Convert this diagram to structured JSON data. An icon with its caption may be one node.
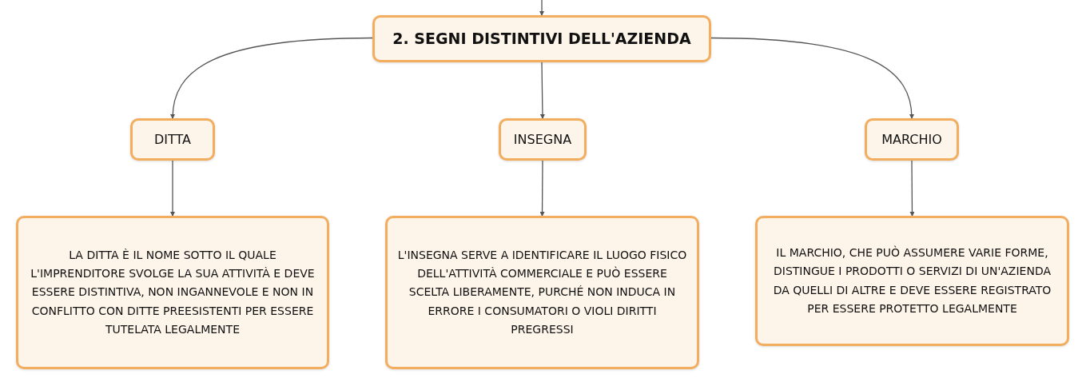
{
  "diagram": {
    "nodes": [
      {
        "text": [
          "2. SEGNI DISTINTIVI DELL'AZIENDA"
        ]
      },
      {
        "text": [
          "DITTA"
        ]
      },
      {
        "text": [
          "INSEGNA"
        ]
      },
      {
        "text": [
          "MARCHIO"
        ]
      },
      {
        "text": [
          "LA DITTA È IL NOME SOTTO IL QUALE L'IMPRENDITORE SVOLGE LA SUA ATTIVITÀ E DEVE ESSERE DISTINTIVA, NON INGANNEVOLE E NON IN CONFLITTO CON DITTE PREESISTENTI PER ESSERE TUTELATA LEGALMENTE"
        ]
      },
      {
        "text": [
          "L'INSEGNA SERVE A IDENTIFICARE IL LUOGO FISICO DELL'ATTIVITÀ COMMERCIALE E PUÒ ESSERE SCELTA LIBERAMENTE, PURCHÉ NON INDUCA IN ERRORE I CONSUMATORI O VIOLI DIRITTI PREGRESSI"
        ]
      },
      {
        "text": [
          "IL MARCHIO, CHE PUÒ ASSUMERE VARIE FORME, DISTINGUE I PRODOTTI O SERVIZI DI UN'AZIENDA DA QUELLI DI ALTRE E DEVE ESSERE REGISTRATO PER ESSERE PROTETTO LEGALMENTE"
        ]
      }
    ],
    "edges": [
      {
        "from": null,
        "to": 0,
        "arrow": "to"
      },
      {
        "from": 0,
        "to": 1,
        "arrow": "to"
      },
      {
        "from": 0,
        "to": 2,
        "arrow": "to"
      },
      {
        "from": 0,
        "to": 3,
        "arrow": "to"
      },
      {
        "from": 1,
        "to": 4,
        "arrow": "to"
      },
      {
        "from": 2,
        "to": 5,
        "arrow": "to"
      },
      {
        "from": 3,
        "to": 6,
        "arrow": "to"
      }
    ]
  }
}
